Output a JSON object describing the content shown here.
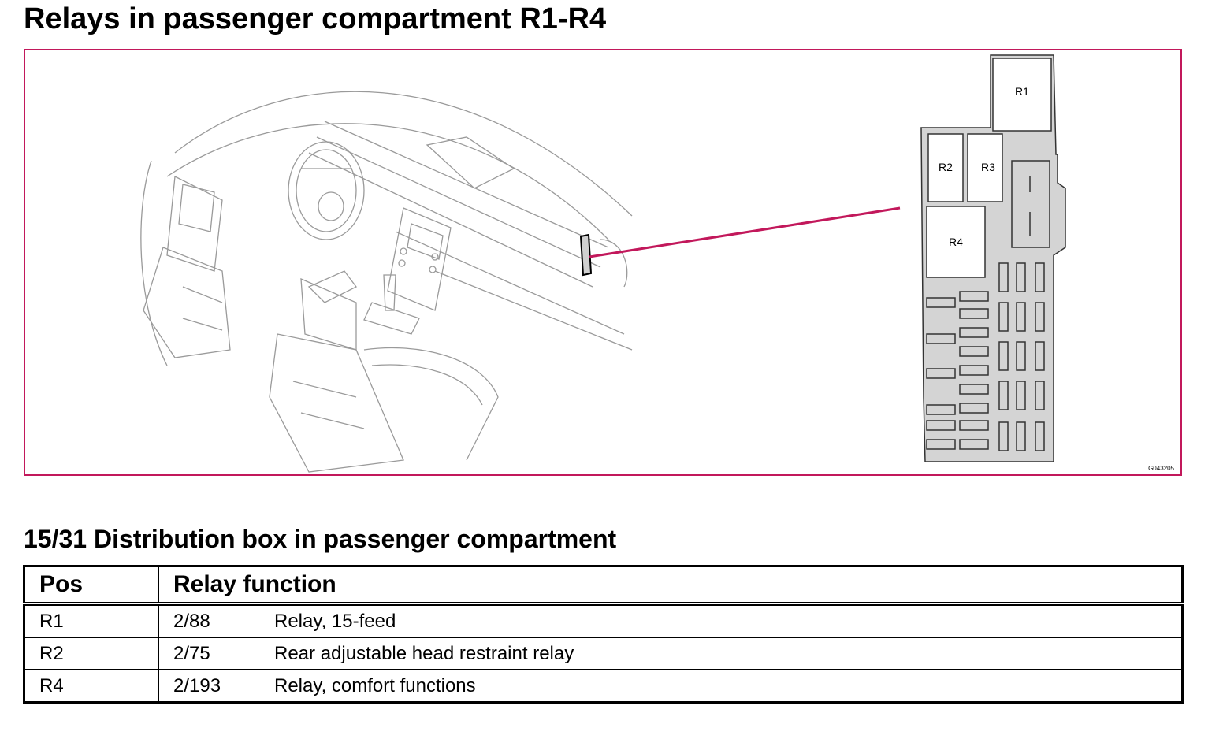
{
  "title": "Relays in passenger compartment R1-R4",
  "figure": {
    "image_code": "G043205",
    "relay_labels": [
      "R1",
      "R2",
      "R3",
      "R4"
    ],
    "accent_color": "#c2185b"
  },
  "section_title": "15/31 Distribution box in passenger compartment",
  "table": {
    "headers": [
      "Pos",
      "Relay function"
    ],
    "rows": [
      {
        "pos": "R1",
        "code": "2/88",
        "function": "Relay, 15-feed"
      },
      {
        "pos": "R2",
        "code": "2/75",
        "function": "Rear adjustable head restraint relay"
      },
      {
        "pos": "R4",
        "code": "2/193",
        "function": "Relay, comfort functions"
      }
    ]
  }
}
